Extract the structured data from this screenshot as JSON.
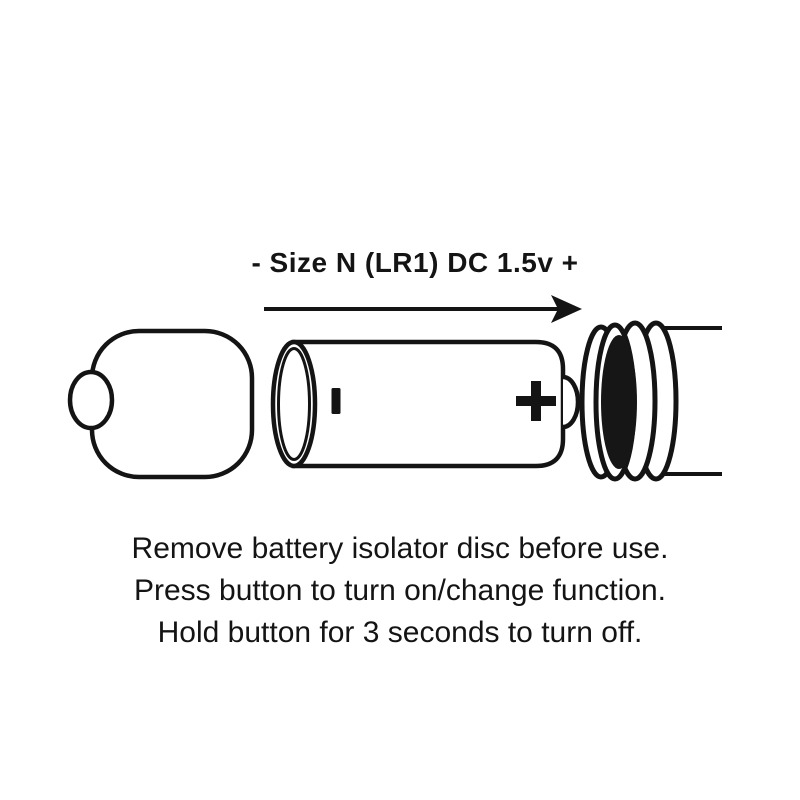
{
  "diagram": {
    "title": "- Size N (LR1) DC 1.5v +",
    "battery_labels": {
      "negative": "-",
      "positive": "+"
    },
    "instructions": {
      "line1": "Remove battery isolator disc before use.",
      "line2": "Press button to turn on/change function.",
      "line3": "Hold button for 3 seconds to turn off."
    },
    "colors": {
      "ink": "#141414",
      "isolator_disc": "#161616",
      "background": "#ffffff"
    }
  }
}
